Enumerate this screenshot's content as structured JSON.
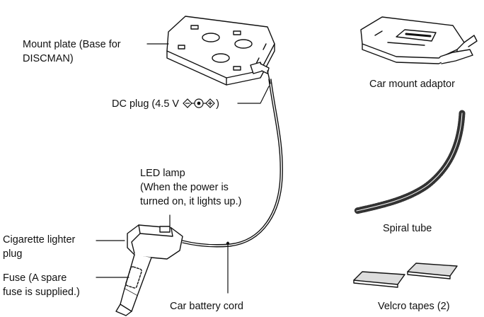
{
  "labels": {
    "mount_plate_line1": "Mount plate (Base for",
    "mount_plate_line2": "DISCMAN)",
    "dc_plug": "DC plug (4.5 V ",
    "dc_plug_close": ")",
    "led_line1": "LED lamp",
    "led_line2": "(When the power is",
    "led_line3": "turned on, it lights up.)",
    "cig_line1": "Cigarette lighter",
    "cig_line2": "plug",
    "fuse_line1": "Fuse (A spare",
    "fuse_line2": "fuse is supplied.)",
    "battery_cord": "Car battery cord",
    "car_mount": "Car mount adaptor",
    "spiral": "Spiral tube",
    "velcro": "Velcro tapes (2)"
  },
  "icons": {
    "polarity_symbol": "center-negative-polarity-icon"
  }
}
